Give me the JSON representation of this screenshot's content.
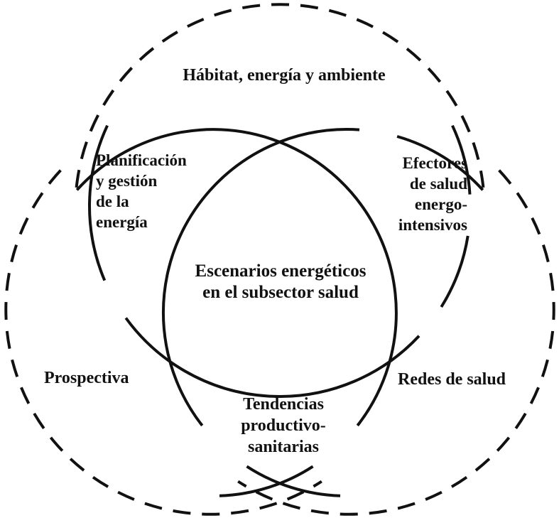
{
  "figure": {
    "type": "venn-diagram",
    "description": "Three dashed outer circles and three solid inner circles whose triple intersection holds the central concept",
    "colors": {
      "background": "#ffffff",
      "stroke": "#111111",
      "text": "#111111"
    }
  },
  "labels": {
    "habitat": {
      "text": "Hábitat, energía y ambiente",
      "circle": "dashed-top"
    },
    "planificacion": {
      "lines": [
        "Planificación",
        "y gestión",
        "de la",
        "energía"
      ],
      "circle": "solid-top-left-region"
    },
    "efectores": {
      "lines": [
        "Efectores",
        "de salud",
        "energo-",
        "intensivos"
      ],
      "circle": "solid-top-right-region"
    },
    "escenarios": {
      "lines": [
        "Escenarios energéticos",
        "en el subsector salud"
      ],
      "circle": "center-intersection"
    },
    "prospectiva": {
      "text": "Prospectiva",
      "circle": "dashed-bottom-left"
    },
    "redes": {
      "text": "Redes de salud",
      "circle": "dashed-bottom-right"
    },
    "tendencias": {
      "lines": [
        "Tendencias",
        "productivo-",
        "sanitarias"
      ],
      "circle": "solid-bottom-region"
    }
  }
}
